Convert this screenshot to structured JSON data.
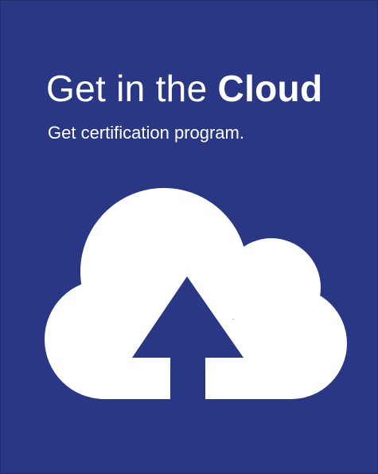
{
  "colors": {
    "background": "#2a3784",
    "foreground": "#ffffff"
  },
  "hero": {
    "title_regular": "Get in the ",
    "title_bold": "Cloud",
    "subtitle": "Get certification program."
  },
  "icon": {
    "name": "cloud-upload-icon"
  }
}
